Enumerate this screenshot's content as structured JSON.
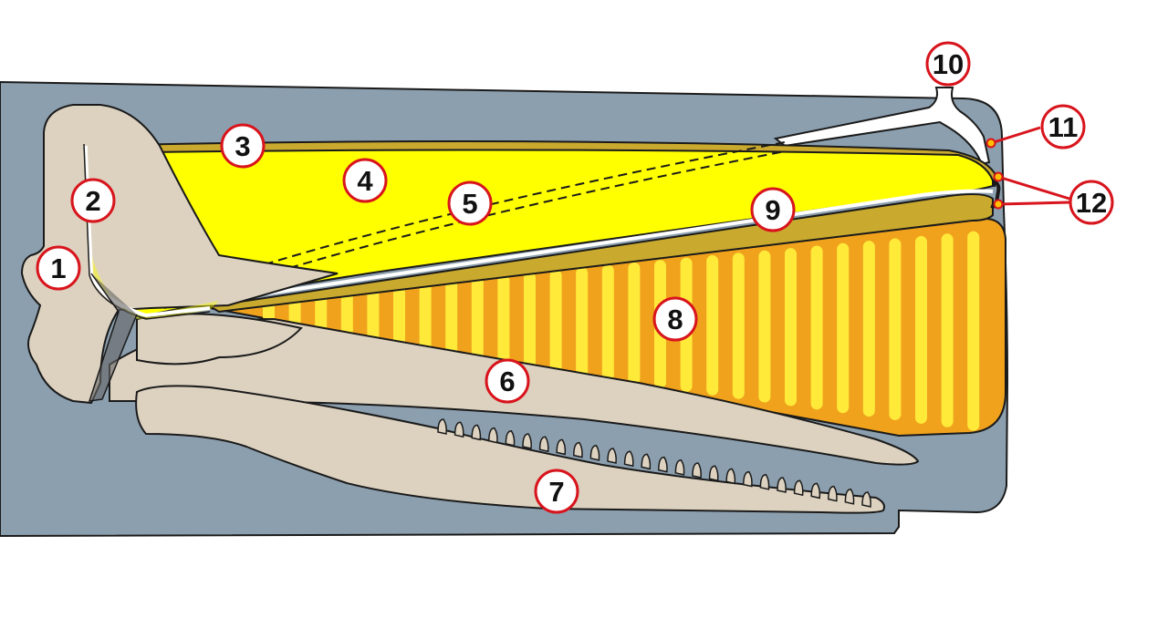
{
  "colors": {
    "head": "#8c9fae",
    "outline": "#1a1a1a",
    "bone": "#ddd2c0",
    "spermaceti": "#ffff00",
    "junk": "#f0a21c",
    "junk_bar": "#ffea3a",
    "sheath": "#c9a92e",
    "label_ring": "#d8141c",
    "label_fill": "#ffffff",
    "passage": "#ffffff",
    "lips": "#ffc000"
  },
  "labels": [
    {
      "id": "1",
      "text": "1"
    },
    {
      "id": "2",
      "text": "2"
    },
    {
      "id": "3",
      "text": "3"
    },
    {
      "id": "4",
      "text": "4"
    },
    {
      "id": "5",
      "text": "5"
    },
    {
      "id": "6",
      "text": "6"
    },
    {
      "id": "7",
      "text": "7"
    },
    {
      "id": "8",
      "text": "8"
    },
    {
      "id": "9",
      "text": "9"
    },
    {
      "id": "10",
      "text": "10"
    },
    {
      "id": "11",
      "text": "11"
    },
    {
      "id": "12",
      "text": "12"
    }
  ]
}
